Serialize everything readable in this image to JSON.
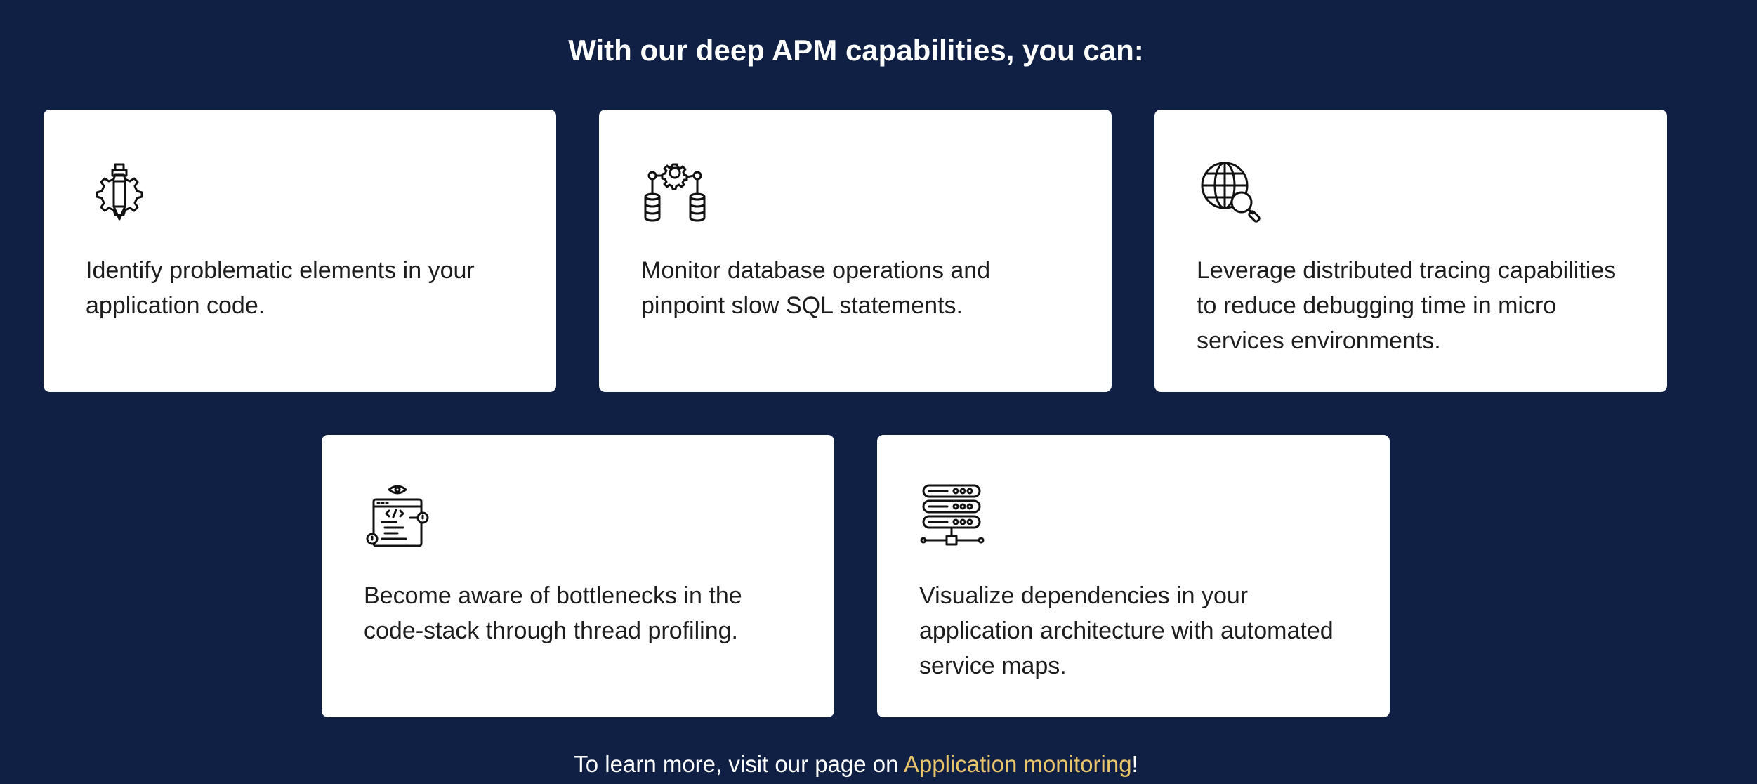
{
  "section": {
    "heading": "With our deep APM capabilities, you can:"
  },
  "cards": [
    {
      "icon": "gear-pencil-icon",
      "text": "Identify problematic elements in your application code."
    },
    {
      "icon": "database-gear-icon",
      "text": "Monitor database operations and pinpoint slow SQL statements."
    },
    {
      "icon": "globe-search-icon",
      "text": "Leverage distributed tracing capabilities to reduce debugging time in micro services environments."
    },
    {
      "icon": "code-window-eye-icon",
      "text": "Become aware of bottlenecks in the code-stack through thread profiling."
    },
    {
      "icon": "server-stack-icon",
      "text": "Visualize dependencies in your application architecture with automated service maps."
    }
  ],
  "footer": {
    "prefix": "To learn more, visit our page on ",
    "link_text": "Application monitoring",
    "suffix": "!",
    "link_color": "#e9c46a"
  },
  "colors": {
    "background": "#0f2044",
    "card": "#ffffff",
    "text": "#1d1d1d"
  }
}
